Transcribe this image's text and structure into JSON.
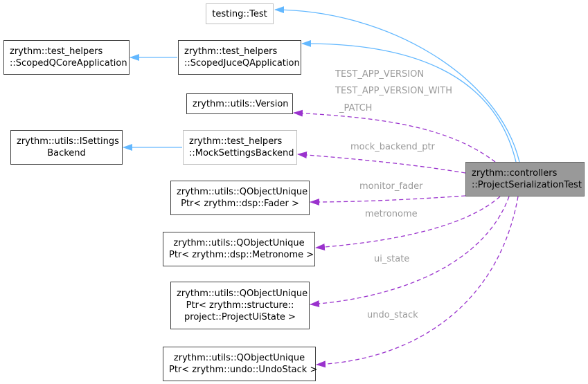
{
  "nodes": {
    "testing_test": {
      "lines": [
        "testing::Test"
      ]
    },
    "scoped_qcore_app": {
      "lines": [
        "zrythm::test_helpers",
        "::ScopedQCoreApplication"
      ]
    },
    "scoped_juce_qapp": {
      "lines": [
        "zrythm::test_helpers",
        "::ScopedJuceQApplication"
      ]
    },
    "version": {
      "lines": [
        "zrythm::utils::Version"
      ]
    },
    "isettings_backend": {
      "lines": [
        "zrythm::utils::ISettings",
        "Backend"
      ]
    },
    "mock_settings_backend": {
      "lines": [
        "zrythm::test_helpers",
        "::MockSettingsBackend"
      ]
    },
    "project_serialization_test": {
      "lines": [
        "zrythm::controllers",
        "::ProjectSerializationTest"
      ]
    },
    "fader_ptr": {
      "lines": [
        "zrythm::utils::QObjectUnique",
        "Ptr< zrythm::dsp::Fader >"
      ]
    },
    "metronome_ptr": {
      "lines": [
        "zrythm::utils::QObjectUnique",
        "Ptr< zrythm::dsp::Metronome >"
      ]
    },
    "ui_state_ptr": {
      "lines": [
        "zrythm::utils::QObjectUnique",
        "Ptr< zrythm::structure::",
        "project::ProjectUiState >"
      ]
    },
    "undo_stack_ptr": {
      "lines": [
        "zrythm::utils::QObjectUnique",
        "Ptr< zrythm::undo::UndoStack >"
      ]
    }
  },
  "edge_labels": {
    "test_app_version": [
      "TEST_APP_VERSION",
      "TEST_APP_VERSION_WITH",
      "_PATCH"
    ],
    "mock_backend_ptr": "mock_backend_ptr",
    "monitor_fader": "monitor_fader",
    "metronome": "metronome",
    "ui_state": "ui_state",
    "undo_stack": "undo_stack"
  },
  "colors": {
    "inheritance_edge": "#63b8ff",
    "usage_edge": "#9a32cd",
    "edge_label": "#9a9a9a",
    "focus_node_fill": "#999999",
    "node_border": "#404040",
    "external_node_border": "#bfbfbf"
  }
}
